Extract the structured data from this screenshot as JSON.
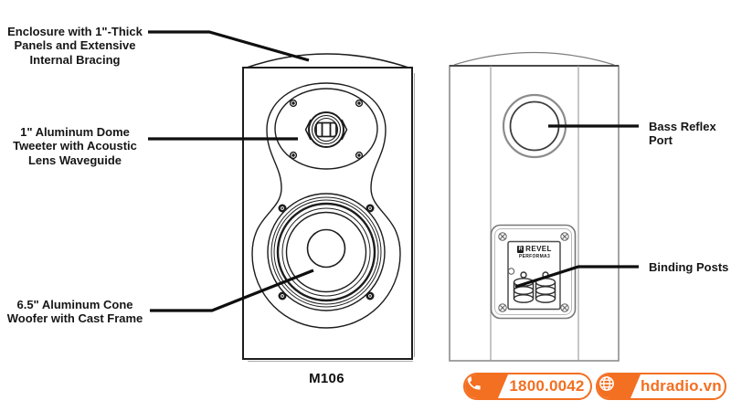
{
  "accent_color": "#F36F21",
  "diagram": {
    "model_label": "M106",
    "labels": {
      "enclosure": "Enclosure with 1\"-Thick\nPanels and Extensive\nInternal Bracing",
      "tweeter": "1\" Aluminum Dome\nTweeter with Acoustic\nLens Waveguide",
      "woofer": "6.5\" Aluminum Cone\nWoofer with Cast Frame",
      "bass_reflex_port": "Bass Reflex Port",
      "binding_posts": "Binding Posts"
    },
    "rear_panel": {
      "brand": "REVEL",
      "brand_initial": "R",
      "series": "PERFORMA3"
    }
  },
  "contact": {
    "phone": "1800.0042",
    "website": "hdradio.vn"
  }
}
